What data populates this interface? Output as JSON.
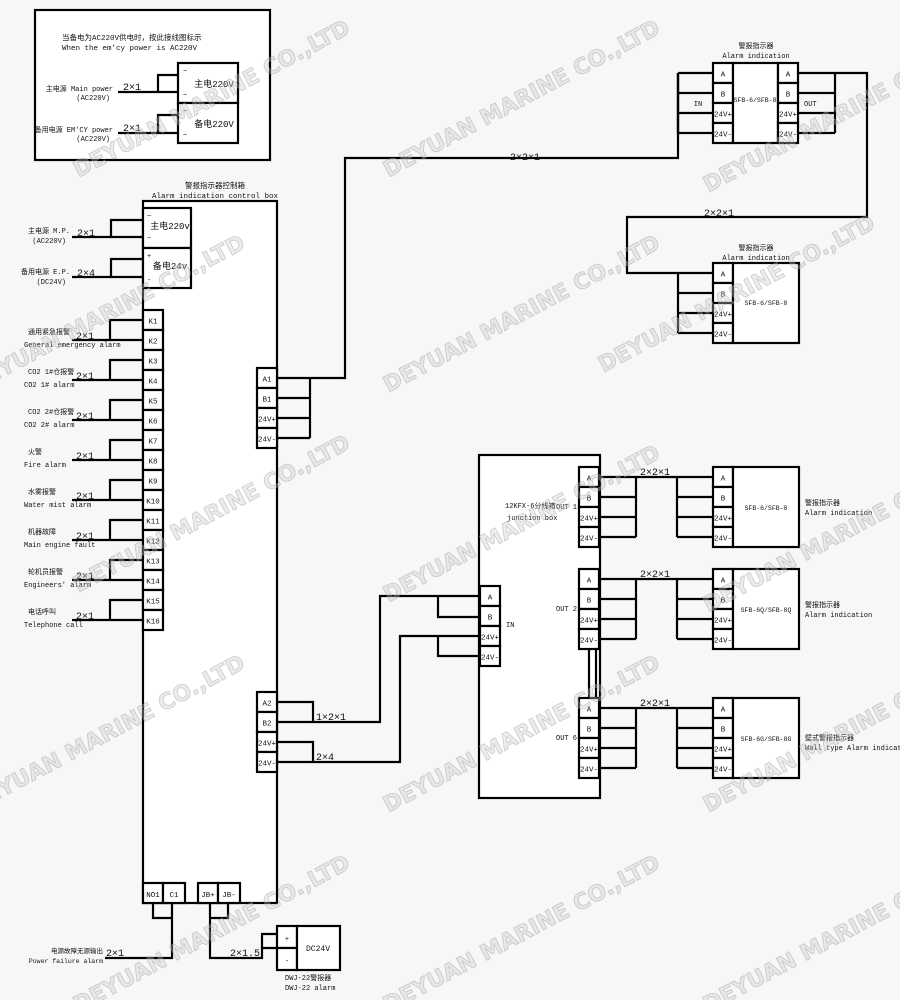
{
  "terminals": [
    "A",
    "B",
    "24V+",
    "24V-"
  ],
  "inset": {
    "note_cn": "当备电为AC220V供电时，按此接线图标示",
    "note_en": "When the em'cy power is AC220V",
    "main_label": "主电源 Main power",
    "main_sub": "(AC220V)",
    "main_cable": "2×1",
    "backup_label": "备用电源 EM'CY power",
    "backup_sub": "(AC220V)",
    "backup_cable": "2×1",
    "main_box": "主电220V",
    "backup_box": "备电220V",
    "ac_mark": "~"
  },
  "control_box": {
    "title_cn": "警报指示器控制箱",
    "title_en": "Alarm indication control box",
    "main_box": "主电220v",
    "backup_box": "备电24v",
    "ac_mark": "~",
    "plus": "+",
    "minus": "-",
    "mp_label": "主电源 M.P.",
    "mp_sub": "(AC220V)",
    "mp_cable": "2×1",
    "ep_label": "备用电源 E.P.",
    "ep_sub": "(DC24V)",
    "ep_cable": "2×4",
    "k_terminals": [
      "K1",
      "K2",
      "K3",
      "K4",
      "K5",
      "K6",
      "K7",
      "K8",
      "K9",
      "K10",
      "K11",
      "K12",
      "K13",
      "K14",
      "K15",
      "K16"
    ],
    "inputs": [
      {
        "cn": "通用紧急报警",
        "en": "General emergency alarm",
        "cable": "2×1"
      },
      {
        "cn": "CO2 1#仓报警",
        "en": "CO2 1# alarm",
        "cable": "2×1"
      },
      {
        "cn": "CO2 2#仓报警",
        "en": "CO2 2# alarm",
        "cable": "2×1"
      },
      {
        "cn": "火警",
        "en": "Fire alarm",
        "cable": "2×1"
      },
      {
        "cn": "水雾报警",
        "en": "Water mist alarm",
        "cable": "2×1"
      },
      {
        "cn": "机器故障",
        "en": "Main engine fault",
        "cable": "2×1"
      },
      {
        "cn": "轮机员报警",
        "en": "Engineers' alarm",
        "cable": "2×1"
      },
      {
        "cn": "电话呼叫",
        "en": "Telephone call",
        "cable": "2×1"
      }
    ],
    "bus1": [
      "A1",
      "B1",
      "24V+",
      "24V-"
    ],
    "bus2": [
      "A2",
      "B2",
      "24V+",
      "24V-"
    ],
    "bottom": [
      "NO1",
      "C1",
      "JB+",
      "JB-"
    ]
  },
  "cables": {
    "top_run": "2×2×1",
    "right_run": "2×2×1",
    "bus2_ab": "1×2×1",
    "bus2_power": "2×4",
    "power_failure": "2×1",
    "dwj": "2×1.5"
  },
  "power_failure": {
    "cn": "电源故障无源输出",
    "en": "Power failure alarm"
  },
  "dwj": {
    "box": "DC24V",
    "plus": "+",
    "minus": "-",
    "cn": "DWJ-22警报器",
    "en": "DWJ-22 alarm"
  },
  "top_indicator": {
    "title_cn": "警报指示器",
    "title_en": "Alarm indication",
    "model": "SFB-6/SFB-8",
    "in": "IN",
    "out": "OUT"
  },
  "second_indicator": {
    "title_cn": "警报指示器",
    "title_en": "Alarm indication",
    "model": "SFB-6/SFB-8"
  },
  "junction_box": {
    "name_cn": "12KFX-6分线箱",
    "name_en": "junction box",
    "in": "IN",
    "outputs": [
      {
        "label": "OUT 1",
        "cable": "2×2×1",
        "model": "SFB-6/SFB-8",
        "title_cn": "警报指示器",
        "title_en": "Alarm indication"
      },
      {
        "label": "OUT 2",
        "cable": "2×2×1",
        "model": "SFB-6Q/SFB-8Q",
        "title_cn": "警报指示器",
        "title_en": "Alarm indication"
      },
      {
        "label": "OUT 6",
        "cable": "2×2×1",
        "model": "SFB-6G/SFB-8G",
        "title_cn": "壁式警报指示器",
        "title_en": "Wall type Alarm indication"
      }
    ]
  },
  "watermark": "DEYUAN MARINE CO.,LTD"
}
